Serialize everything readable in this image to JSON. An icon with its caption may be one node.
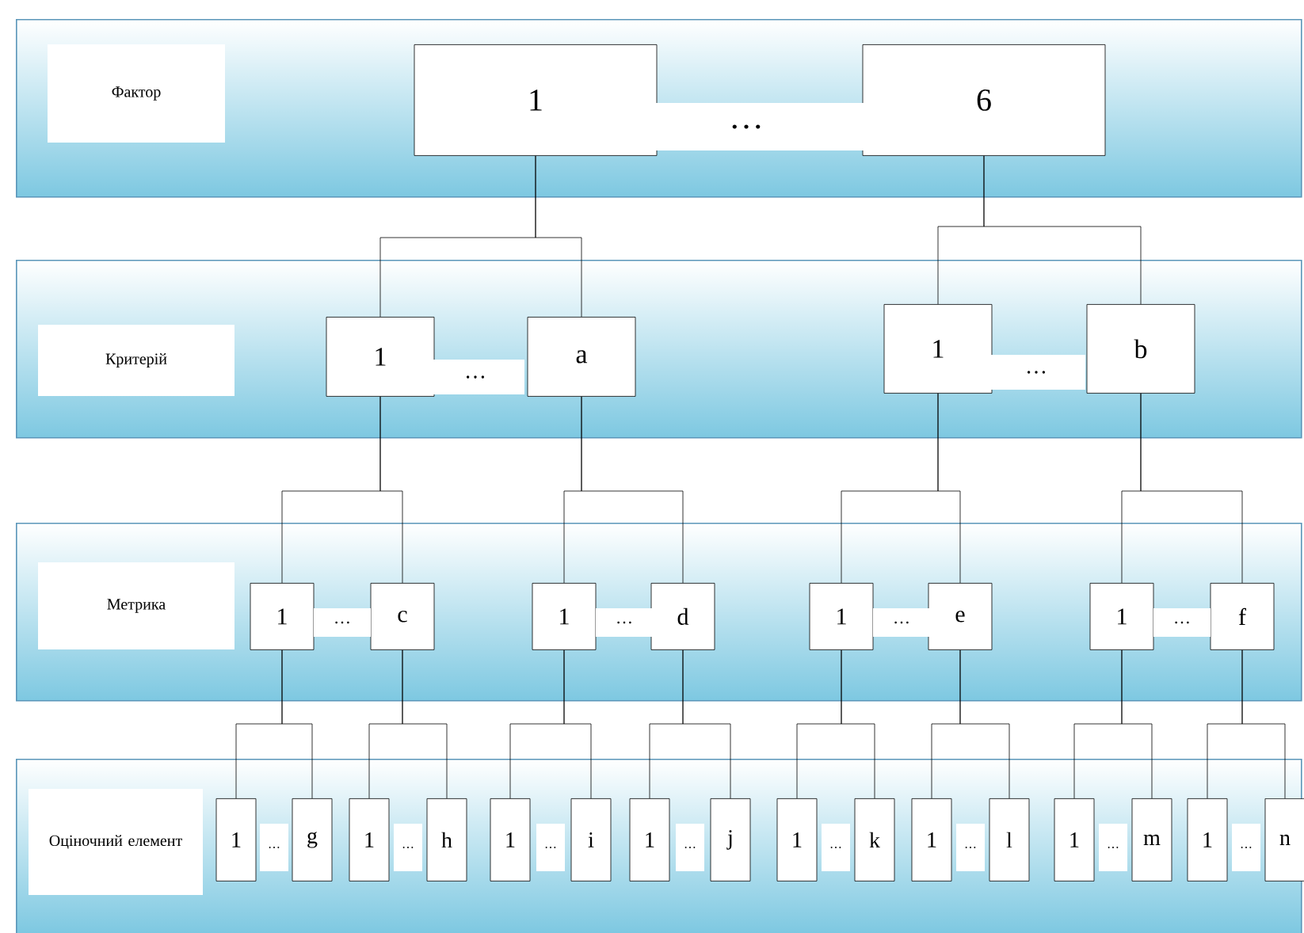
{
  "diagram": {
    "nodes": [
      {
        "text": [
          "Фактор"
        ]
      },
      {
        "text": [
          "1"
        ],
        "in": 0
      },
      {
        "text": [
          "6"
        ],
        "in": 0
      },
      {
        "text": [
          "Критерій"
        ]
      },
      {
        "text": [
          "1"
        ],
        "in": 3
      },
      {
        "text": [
          "a"
        ],
        "in": 3
      },
      {
        "text": [
          "1"
        ],
        "in": 3
      },
      {
        "text": [
          "b"
        ],
        "in": 3
      },
      {
        "text": [
          "Метрика"
        ]
      },
      {
        "text": [
          "1"
        ],
        "in": 8
      },
      {
        "text": [
          "c"
        ],
        "in": 8
      },
      {
        "text": [
          "1"
        ],
        "in": 8
      },
      {
        "text": [
          "d"
        ],
        "in": 8
      },
      {
        "text": [
          "1"
        ],
        "in": 8
      },
      {
        "text": [
          "e"
        ],
        "in": 8
      },
      {
        "text": [
          "1"
        ],
        "in": 8
      },
      {
        "text": [
          "f"
        ],
        "in": 8
      },
      {
        "text": [
          "Оціночний елемент"
        ]
      },
      {
        "text": [
          "1"
        ],
        "in": 17
      },
      {
        "text": [
          "g"
        ],
        "in": 17
      },
      {
        "text": [
          "1"
        ],
        "in": 17
      },
      {
        "text": [
          "h"
        ],
        "in": 17
      },
      {
        "text": [
          "1"
        ],
        "in": 17
      },
      {
        "text": [
          "i"
        ],
        "in": 17
      },
      {
        "text": [
          "1"
        ],
        "in": 17
      },
      {
        "text": [
          "j"
        ],
        "in": 17
      },
      {
        "text": [
          "1"
        ],
        "in": 17
      },
      {
        "text": [
          "k"
        ],
        "in": 17
      },
      {
        "text": [
          "1"
        ],
        "in": 17
      },
      {
        "text": [
          "l"
        ],
        "in": 17
      },
      {
        "text": [
          "1"
        ],
        "in": 17
      },
      {
        "text": [
          "m"
        ],
        "in": 17
      },
      {
        "text": [
          "1"
        ],
        "in": 17
      },
      {
        "text": [
          "n"
        ],
        "in": 17
      }
    ],
    "edges": [
      {
        "from": 1,
        "to": 4,
        "arrow": "none"
      },
      {
        "from": 1,
        "to": 5,
        "arrow": "none"
      },
      {
        "from": 2,
        "to": 6,
        "arrow": "none"
      },
      {
        "from": 2,
        "to": 7,
        "arrow": "none"
      },
      {
        "from": 4,
        "to": 9,
        "arrow": "none"
      },
      {
        "from": 4,
        "to": 10,
        "arrow": "none"
      },
      {
        "from": 5,
        "to": 11,
        "arrow": "none"
      },
      {
        "from": 5,
        "to": 12,
        "arrow": "none"
      },
      {
        "from": 6,
        "to": 13,
        "arrow": "none"
      },
      {
        "from": 6,
        "to": 14,
        "arrow": "none"
      },
      {
        "from": 7,
        "to": 15,
        "arrow": "none"
      },
      {
        "from": 7,
        "to": 16,
        "arrow": "none"
      },
      {
        "from": 9,
        "to": 18,
        "arrow": "none"
      },
      {
        "from": 9,
        "to": 19,
        "arrow": "none"
      },
      {
        "from": 10,
        "to": 20,
        "arrow": "none"
      },
      {
        "from": 10,
        "to": 21,
        "arrow": "none"
      },
      {
        "from": 11,
        "to": 22,
        "arrow": "none"
      },
      {
        "from": 11,
        "to": 23,
        "arrow": "none"
      },
      {
        "from": 12,
        "to": 24,
        "arrow": "none"
      },
      {
        "from": 12,
        "to": 25,
        "arrow": "none"
      },
      {
        "from": 13,
        "to": 26,
        "arrow": "none"
      },
      {
        "from": 13,
        "to": 27,
        "arrow": "none"
      },
      {
        "from": 14,
        "to": 28,
        "arrow": "none"
      },
      {
        "from": 14,
        "to": 29,
        "arrow": "none"
      },
      {
        "from": 15,
        "to": 30,
        "arrow": "none"
      },
      {
        "from": 15,
        "to": 31,
        "arrow": "none"
      },
      {
        "from": 16,
        "to": 32,
        "arrow": "none"
      },
      {
        "from": 16,
        "to": 33,
        "arrow": "none"
      }
    ],
    "labels": [
      "…",
      "…",
      "…",
      "…",
      "…",
      "…",
      "…",
      "…",
      "…",
      "…",
      "…",
      "…",
      "…",
      "…",
      "…"
    ]
  }
}
